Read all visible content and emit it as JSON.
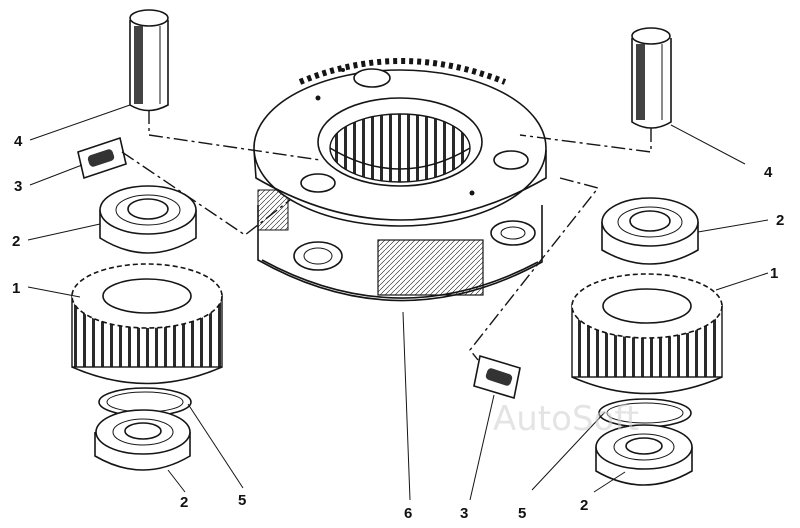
{
  "callouts": {
    "c1_left": "1",
    "c1_right": "1",
    "c2_upper_left": "2",
    "c2_upper_right": "2",
    "c2_lower_left": "2",
    "c2_lower_right": "2",
    "c3_left": "3",
    "c3_bottom": "3",
    "c4_left": "4",
    "c4_right": "4",
    "c5_left": "5",
    "c5_right": "5",
    "c6": "6"
  },
  "watermark": "AutoSoft",
  "colors": {
    "ink": "#151515",
    "paper": "#ffffff",
    "watermark": "#cfcfcf"
  }
}
